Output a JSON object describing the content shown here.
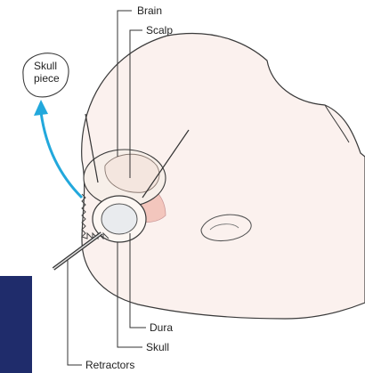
{
  "labels": {
    "brain": "Brain",
    "scalp": "Scalp",
    "skull_piece_line1": "Skull",
    "skull_piece_line2": "piece",
    "dura": "Dura",
    "skull": "Skull",
    "retractors": "Retractors"
  },
  "colors": {
    "left_band": "#1f2c6b",
    "head_outline": "#3a3a3a",
    "skin_fill": "#fbf1ee",
    "bone_fill": "#f7efe9",
    "tissue_pink": "#f3c6bd",
    "arrow_blue": "#22a8dc",
    "leader_line": "#333333"
  }
}
